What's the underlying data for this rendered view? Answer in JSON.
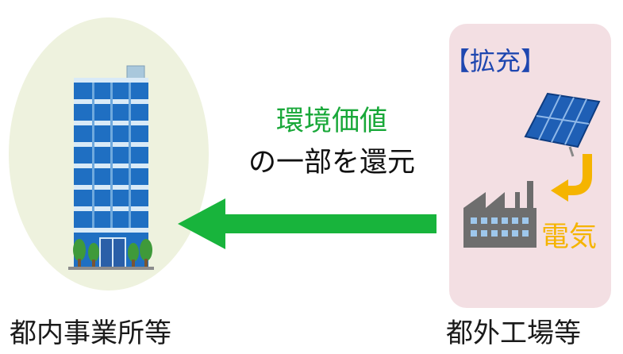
{
  "left_panel": {
    "caption": "都内事業所等",
    "ellipse_color": "#eef2de",
    "icon": "office-building-icon"
  },
  "right_panel": {
    "badge": "【拡充】",
    "badge_color": "#1f47b0",
    "electricity_label": "電気",
    "electricity_color": "#f5b400",
    "caption": "都外工場等",
    "box_color": "#f3dfe3",
    "icons": [
      "solar-panel-icon",
      "curved-arrow-icon",
      "factory-icon"
    ]
  },
  "flow": {
    "line1": "環境価値",
    "line1_color": "#19a839",
    "line2": "の一部を還元",
    "arrow_color": "#18b43c",
    "direction": "right-to-left"
  }
}
